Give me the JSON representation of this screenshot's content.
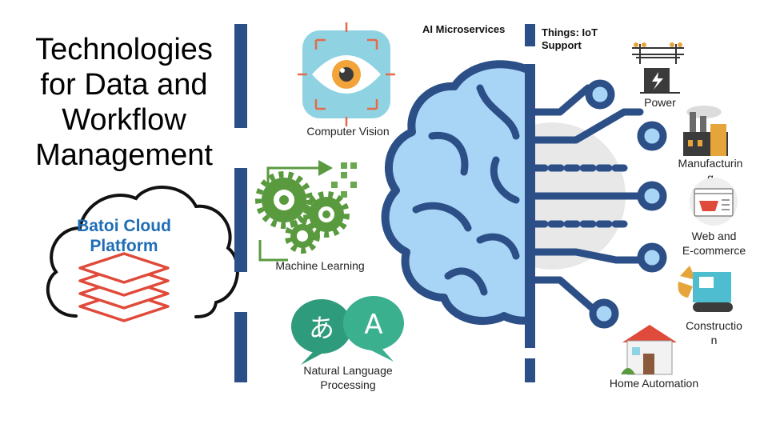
{
  "title": "Technologies for Data and Workflow Management",
  "platform": {
    "name_line1": "Batoi Cloud",
    "name_line2": "Platform"
  },
  "headings": {
    "ai": "AI Microservices",
    "iot_line1": "Things: IoT",
    "iot_line2": "Support"
  },
  "ai_items": {
    "cv": "Computer Vision",
    "ml": "Machine Learning",
    "nlp_line1": "Natural Language",
    "nlp_line2": "Processing",
    "nlp_glyph_a": "あ",
    "nlp_glyph_b": "A"
  },
  "iot_items": {
    "power": "Power",
    "manufacturing_line1": "Manufacturin",
    "manufacturing_line2": "g",
    "web_line1": "Web and",
    "web_line2": "E-commerce",
    "construction_line1": "Constructio",
    "construction_line2": "n",
    "home": "Home Automation"
  },
  "colors": {
    "accent_bar": "#2b4f86",
    "brain_fill": "#a8d4f5",
    "brain_stroke": "#2b4f86",
    "cloud_text": "#1f6db5",
    "layers": "#e04a3a",
    "teal": "#4fbdd0",
    "green": "#4e8a3c"
  }
}
